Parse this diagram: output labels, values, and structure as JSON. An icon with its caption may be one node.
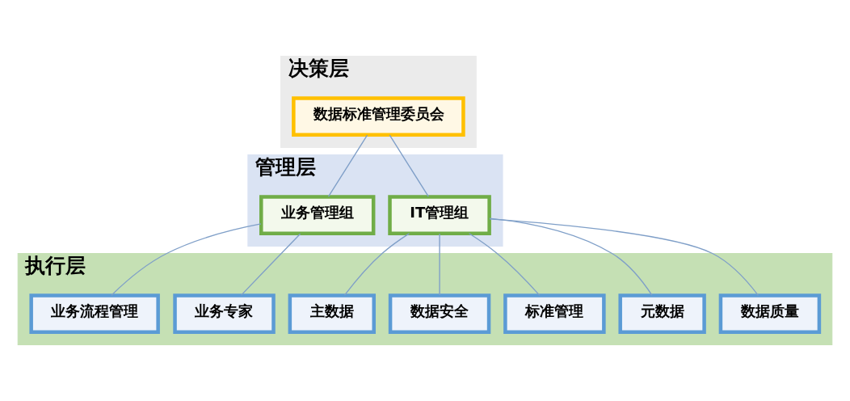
{
  "diagram": {
    "nodes": [
      {
        "text": [
          "决策层"
        ]
      },
      {
        "text": [
          "数据标准管理委员会"
        ],
        "in": 0
      },
      {
        "text": [
          "管理层"
        ]
      },
      {
        "text": [
          "IT管理组"
        ],
        "in": 2
      },
      {
        "text": [
          "业务管理组"
        ],
        "in": 2
      },
      {
        "text": [
          "执行层"
        ]
      },
      {
        "text": [
          "数据质量"
        ],
        "in": 5
      },
      {
        "text": [
          "元数据"
        ],
        "in": 5
      },
      {
        "text": [
          "标准管理"
        ],
        "in": 5
      },
      {
        "text": [
          "数据安全"
        ],
        "in": 5
      },
      {
        "text": [
          "主数据"
        ],
        "in": 5
      },
      {
        "text": [
          "业务专家"
        ],
        "in": 5
      },
      {
        "text": [
          "业务流程管理"
        ],
        "in": 5
      }
    ],
    "edges": [
      {
        "from": 1,
        "to": 3,
        "arrow": "none"
      },
      {
        "from": 1,
        "to": 4,
        "arrow": "none"
      },
      {
        "from": 3,
        "to": 6,
        "arrow": "none"
      },
      {
        "from": 3,
        "to": 7,
        "arrow": "none"
      },
      {
        "from": 3,
        "to": 8,
        "arrow": "none"
      },
      {
        "from": 3,
        "to": 9,
        "arrow": "none"
      },
      {
        "from": 3,
        "to": 10,
        "arrow": "none"
      },
      {
        "from": 4,
        "to": 11,
        "arrow": "none"
      },
      {
        "from": 4,
        "to": 12,
        "arrow": "none"
      }
    ]
  }
}
